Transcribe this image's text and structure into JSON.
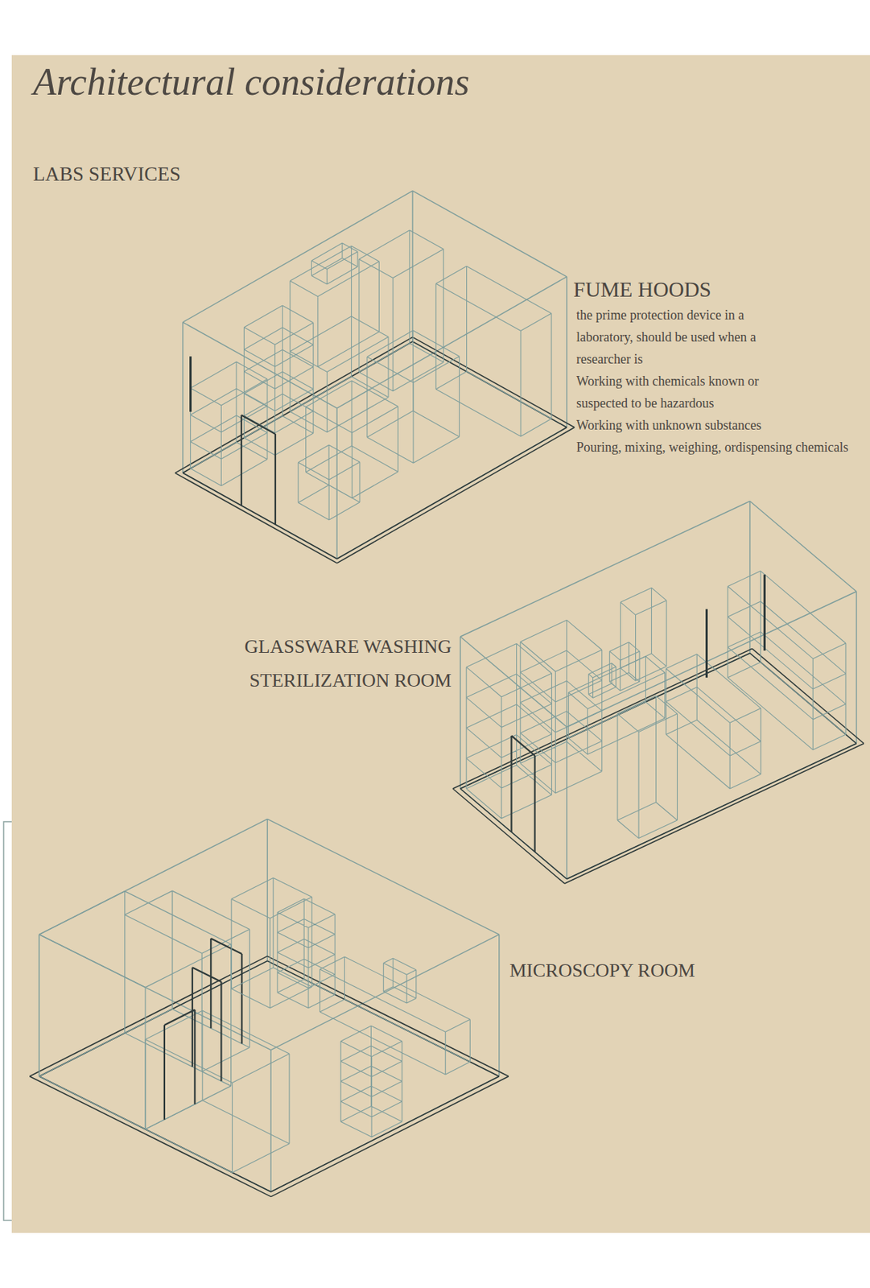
{
  "diagram": {
    "title": "Architectural considerations",
    "labels": [
      "LABS SERVICES",
      "FUME HOODS",
      "the prime protection device in a laboratory, should be used when a researcher is",
      "Working with chemicals known or suspected to be hazardous",
      "Working with unknown substances",
      "Pouring, mixing, weighing, ordispensing chemicals",
      "GLASSWARE WASHING STERILIZATION ROOM",
      "MICROSCOPY ROOM"
    ]
  }
}
